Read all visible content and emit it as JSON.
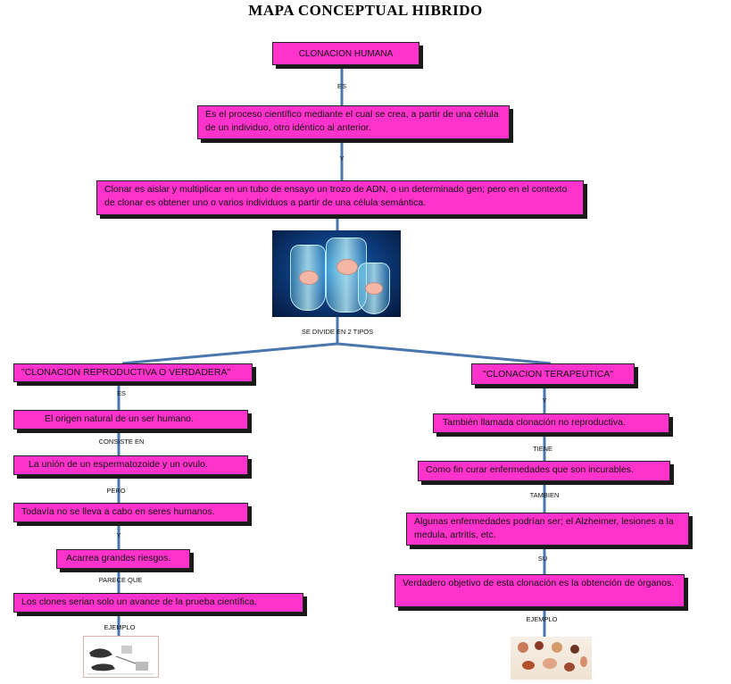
{
  "title": "MAPA CONCEPTUAL HIBRIDO",
  "root": "CLONACION HUMANA",
  "link_es": "ES",
  "definition": "Es el proceso científico mediante el cual se crea, a partir de una célula de un individuo, otro idéntico al anterior.",
  "link_y": "Y",
  "clonar": "Clonar es aislar y multiplicar en un tubo de ensayo un trozo de ADN, o un determinado gen; pero en el contexto de clonar es obtener uno o varios individuos a partir de una célula semántica.",
  "divide_label": "SE DIVIDE EN 2 TIPOS",
  "left": {
    "title": "\"CLONACION REPRODUCTIVA O VERDADERA\"",
    "link1": "ES",
    "node1": "El origen natural de un ser humano.",
    "link2": "CONSISTE EN",
    "node2": "La unión de un espermatozoide y un ovulo.",
    "link3": "PERO",
    "node3": "Todavía no se lleva a cabo en seres humanos.",
    "link4": "Y",
    "node4": "Acarrea grandes riesgos.",
    "link5": "PARECE QUE",
    "node5": "Los clones serian solo un avance de la prueba científica.",
    "link6": "EJEMPLO"
  },
  "right": {
    "title": "\"CLONACION TERAPEUTICA\"",
    "link1": "Y",
    "node1": "También llamada clonación no reproductiva.",
    "link2": "TIENE",
    "node2": "Como fin curar enfermedades que son incurables.",
    "link3": "TAMBIEN",
    "node3": "Algunas enfermedades podrían ser; el Alzheimer, lesiones a la medula, artritis, etc.",
    "link4": "SU",
    "node4": "Verdadero objetivo de esta clonación es la obtención de órganos.",
    "link5": "EJEMPLO"
  },
  "colors": {
    "node_fill": "#ff33cc",
    "connector": "#4a76b0"
  }
}
